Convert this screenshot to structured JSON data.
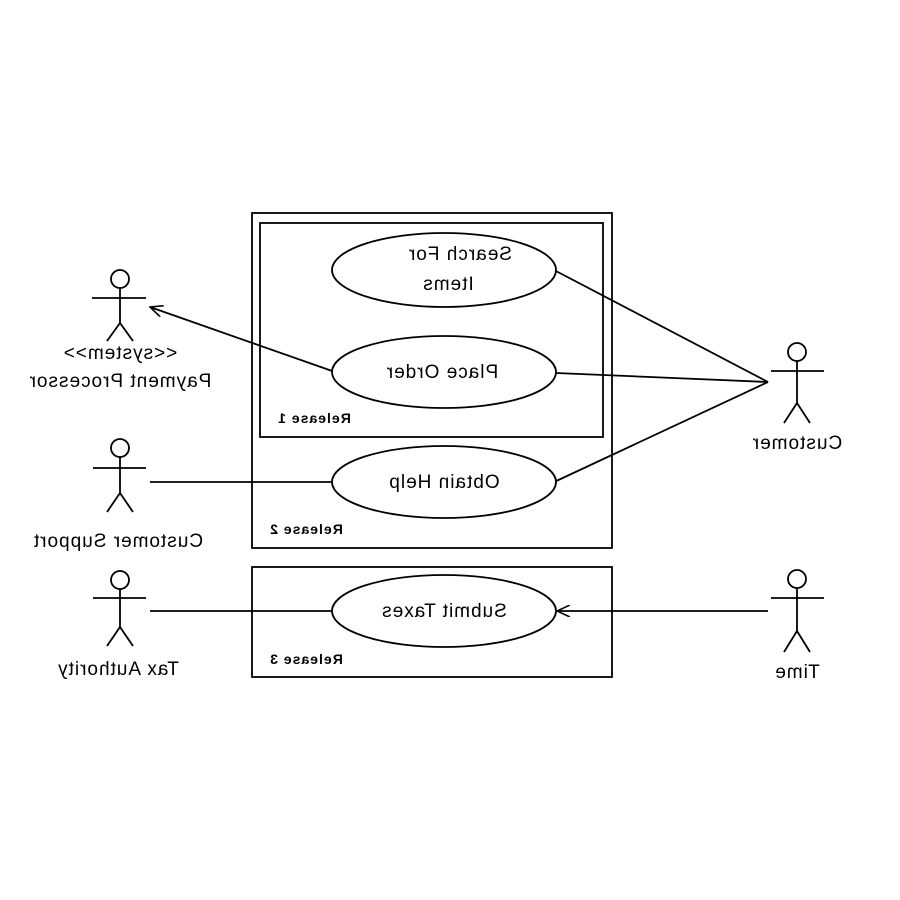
{
  "actors": {
    "payment_processor": {
      "stereotype": "<<system>>",
      "name": "Payment Processor"
    },
    "customer": {
      "name": "Customer"
    },
    "customer_support": {
      "name": "Customer Support"
    },
    "tax_authority": {
      "name": "Tax Authority"
    },
    "time": {
      "name": "Time"
    }
  },
  "use_cases": {
    "search_for_items": {
      "line1": "Search For",
      "line2": "Items"
    },
    "place_order": {
      "label": "Place Order"
    },
    "obtain_help": {
      "label": "Obtain Help"
    },
    "submit_taxes": {
      "label": "Submit Taxes"
    }
  },
  "packages": {
    "release_1": "Release 1",
    "release_2": "Release 2",
    "release_3": "Release 3"
  }
}
